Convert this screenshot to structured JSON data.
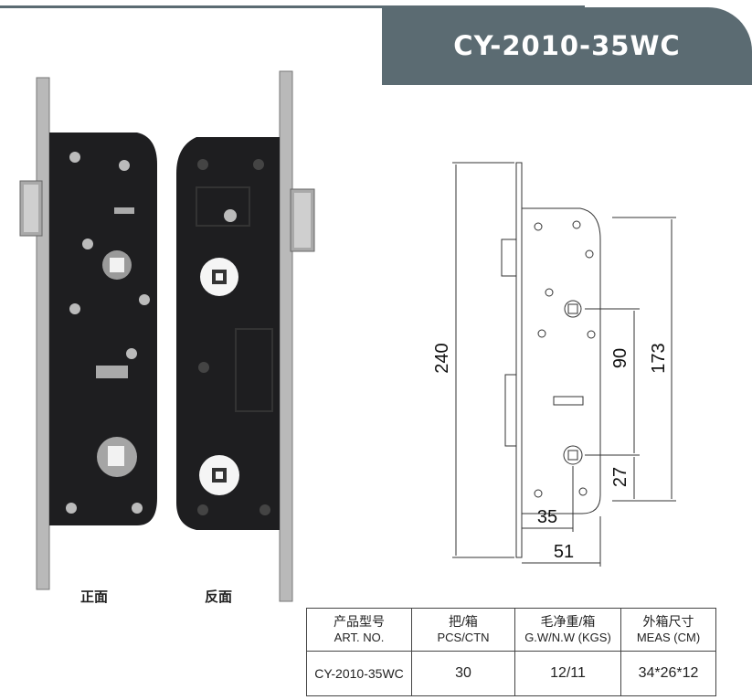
{
  "header": {
    "model_title": "CY-2010-35WC"
  },
  "photos": {
    "front_caption": "正面",
    "back_caption": "反面"
  },
  "drawing": {
    "dim_total_height": "240",
    "dim_handle_to_key": "90",
    "dim_overall_case": "173",
    "dim_key_offset": "27",
    "dim_backset": "35",
    "dim_case_width": "51"
  },
  "spec_table": {
    "headers": [
      {
        "cn": "产品型号",
        "en": "ART. NO."
      },
      {
        "cn": "把/箱",
        "en": "PCS/CTN"
      },
      {
        "cn": "毛净重/箱",
        "en": "G.W/N.W (KGS)"
      },
      {
        "cn": "外箱尺寸",
        "en": "MEAS (CM)"
      }
    ],
    "row": [
      "CY-2010-35WC",
      "30",
      "12/11",
      "34*26*12"
    ]
  },
  "colors": {
    "header_band": "#5b6b72",
    "lock_body": "#1e1e20",
    "faceplate": "#b9b9b9"
  }
}
